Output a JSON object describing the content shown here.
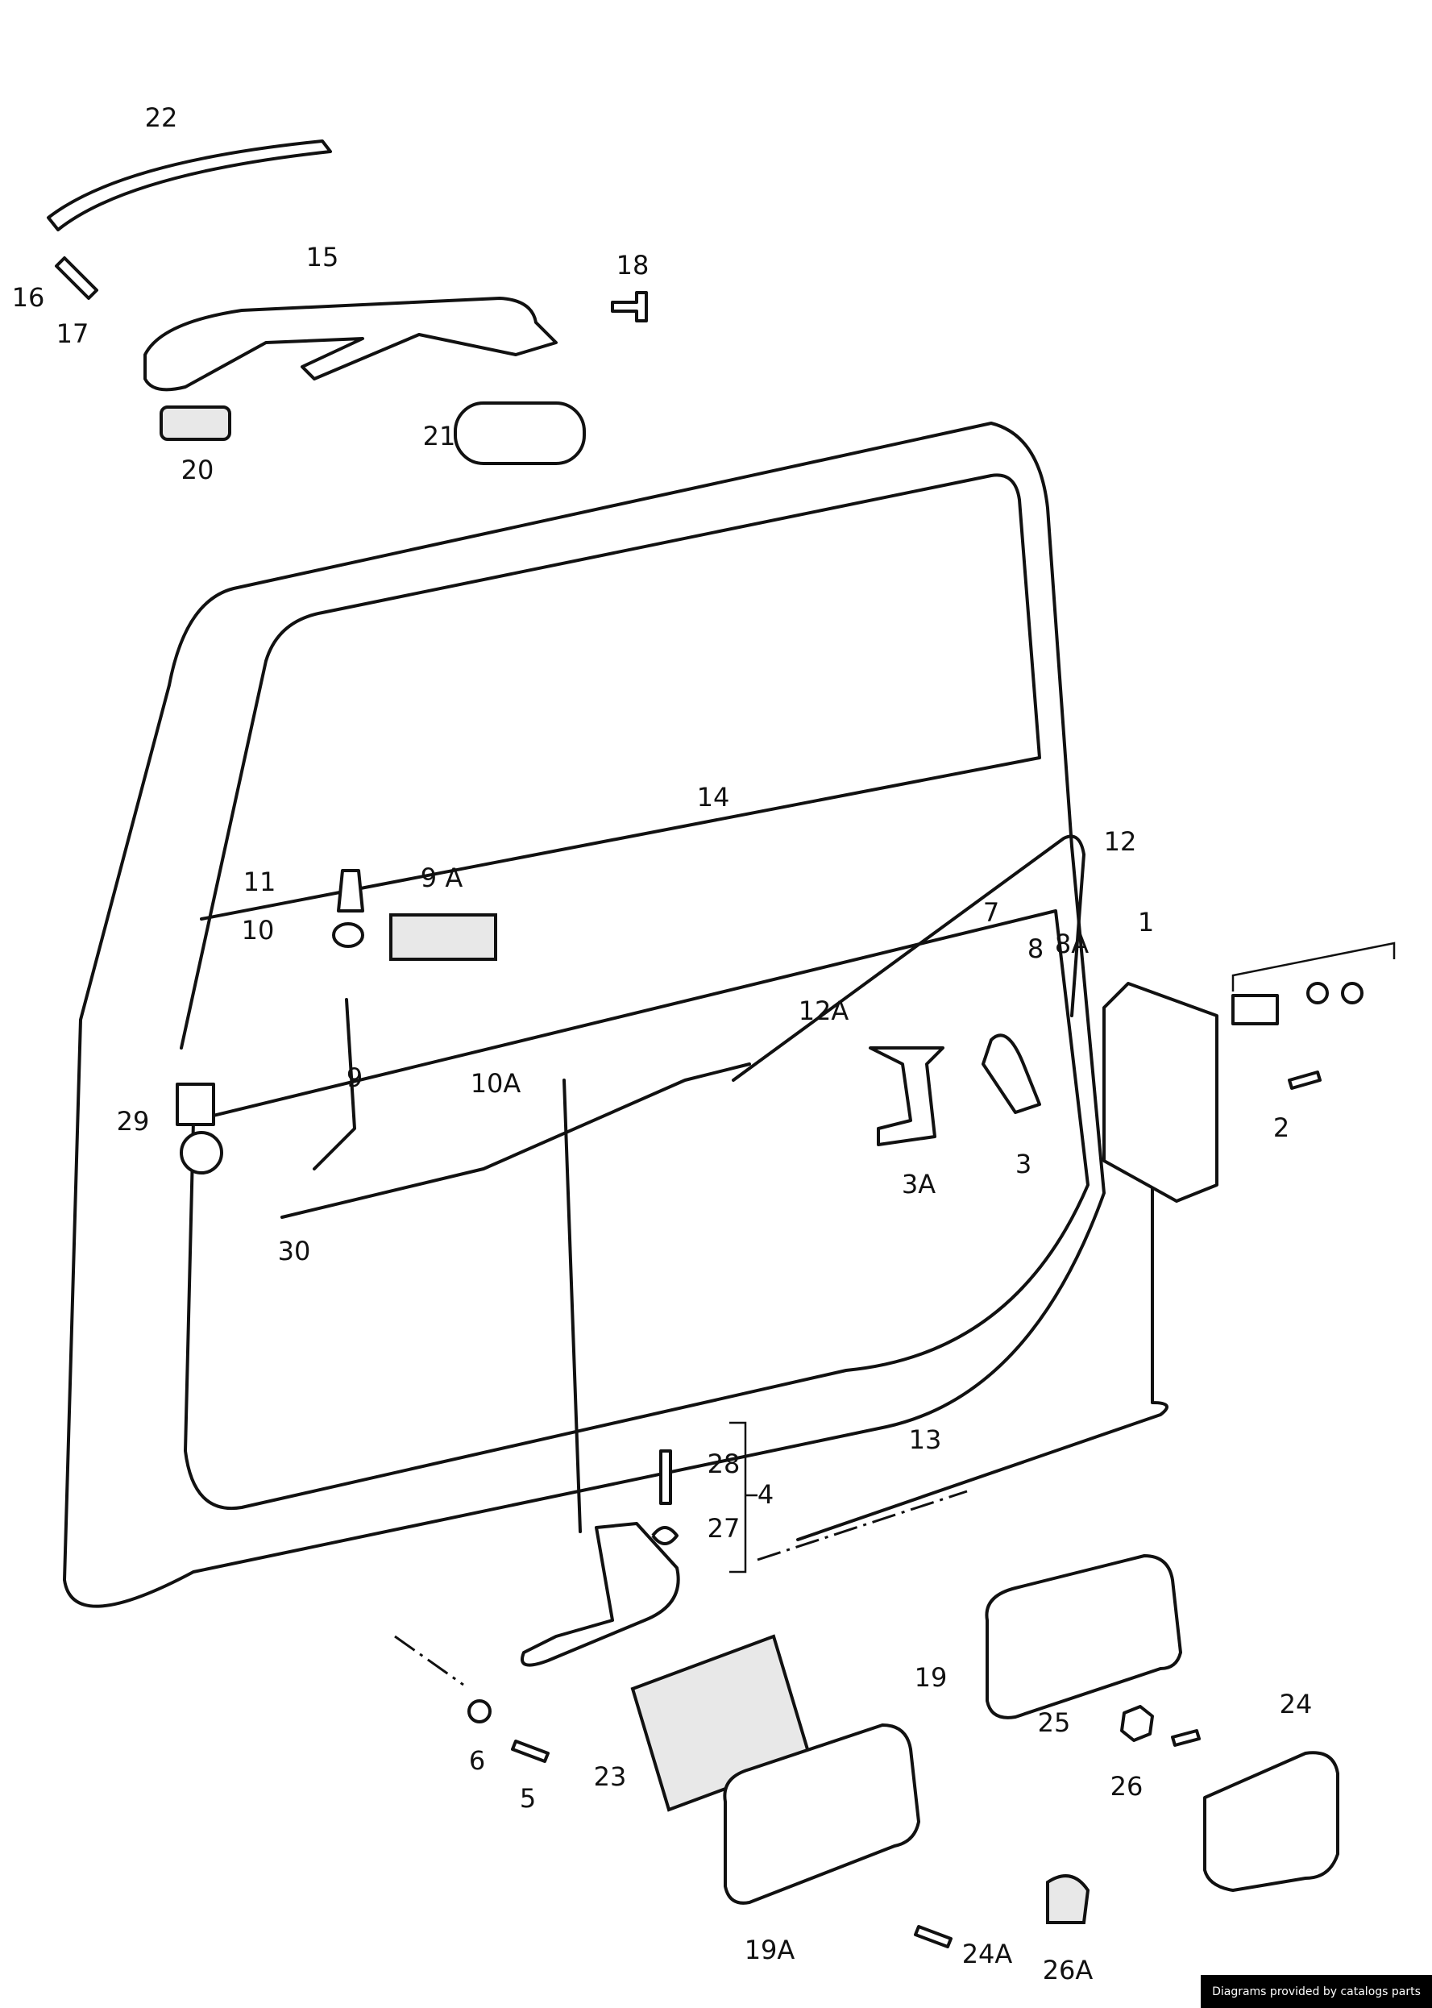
{
  "diagram": {
    "labels": [
      "22",
      "16",
      "17",
      "15",
      "18",
      "21",
      "20",
      "14",
      "11",
      "9 A",
      "10",
      "12",
      "7",
      "8",
      "8A",
      "1",
      "12A",
      "9",
      "10A",
      "29",
      "30",
      "3A",
      "3",
      "2",
      "13",
      "28",
      "4",
      "27",
      "6",
      "5",
      "19",
      "25",
      "26",
      "24",
      "23",
      "19A",
      "24A",
      "26A"
    ]
  },
  "credit": "Diagrams provided by catalogs parts"
}
